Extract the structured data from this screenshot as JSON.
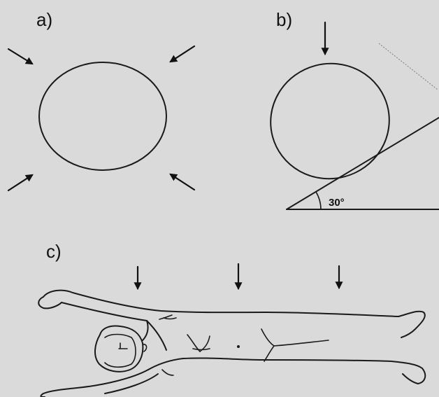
{
  "panels": {
    "a": {
      "label": "a)"
    },
    "b": {
      "label": "b)",
      "angle_label": "30°"
    },
    "c": {
      "label": "c)"
    }
  },
  "colors": {
    "background": "#dcdcdc",
    "ink": "#1a1a1a"
  }
}
